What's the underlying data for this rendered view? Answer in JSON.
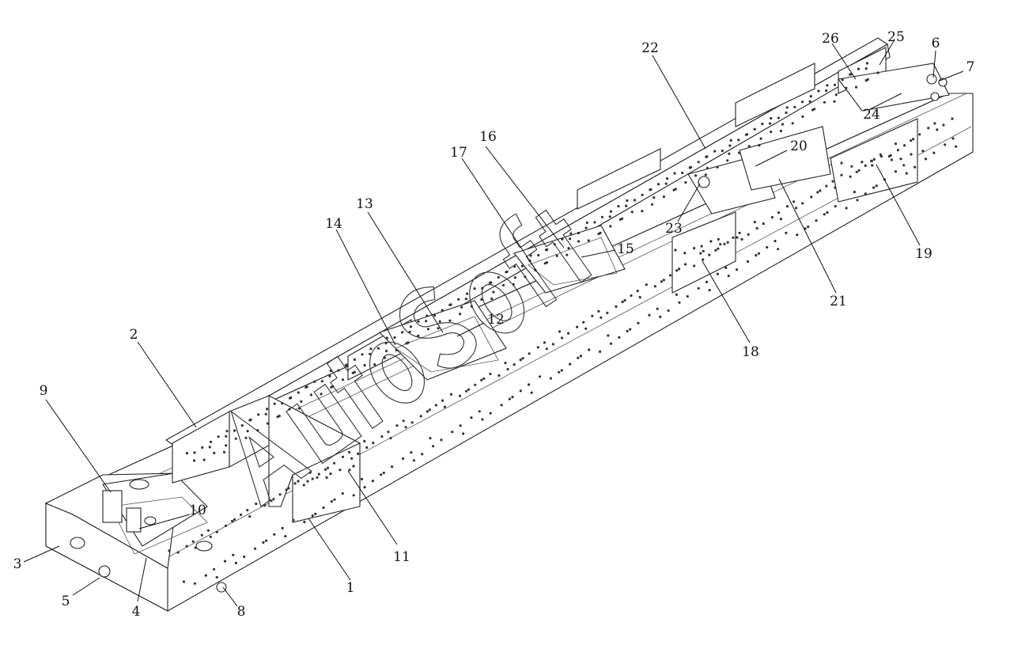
{
  "diagram": {
    "callouts": [
      {
        "id": "1",
        "text": "1"
      },
      {
        "id": "2",
        "text": "2"
      },
      {
        "id": "3",
        "text": "3"
      },
      {
        "id": "4",
        "text": "4"
      },
      {
        "id": "5",
        "text": "5"
      },
      {
        "id": "6",
        "text": "6"
      },
      {
        "id": "7",
        "text": "7"
      },
      {
        "id": "8",
        "text": "8"
      },
      {
        "id": "9",
        "text": "9"
      },
      {
        "id": "10",
        "text": "10"
      },
      {
        "id": "11",
        "text": "11"
      },
      {
        "id": "12",
        "text": "12"
      },
      {
        "id": "13",
        "text": "13"
      },
      {
        "id": "14",
        "text": "14"
      },
      {
        "id": "15",
        "text": "15"
      },
      {
        "id": "16",
        "text": "16"
      },
      {
        "id": "17",
        "text": "17"
      },
      {
        "id": "18",
        "text": "18"
      },
      {
        "id": "19",
        "text": "19"
      },
      {
        "id": "20",
        "text": "20"
      },
      {
        "id": "21",
        "text": "21"
      },
      {
        "id": "22",
        "text": "22"
      },
      {
        "id": "23",
        "text": "23"
      },
      {
        "id": "24",
        "text": "24"
      },
      {
        "id": "25",
        "text": "25"
      },
      {
        "id": "26",
        "text": "26"
      }
    ],
    "watermark": "AutoSoft"
  }
}
